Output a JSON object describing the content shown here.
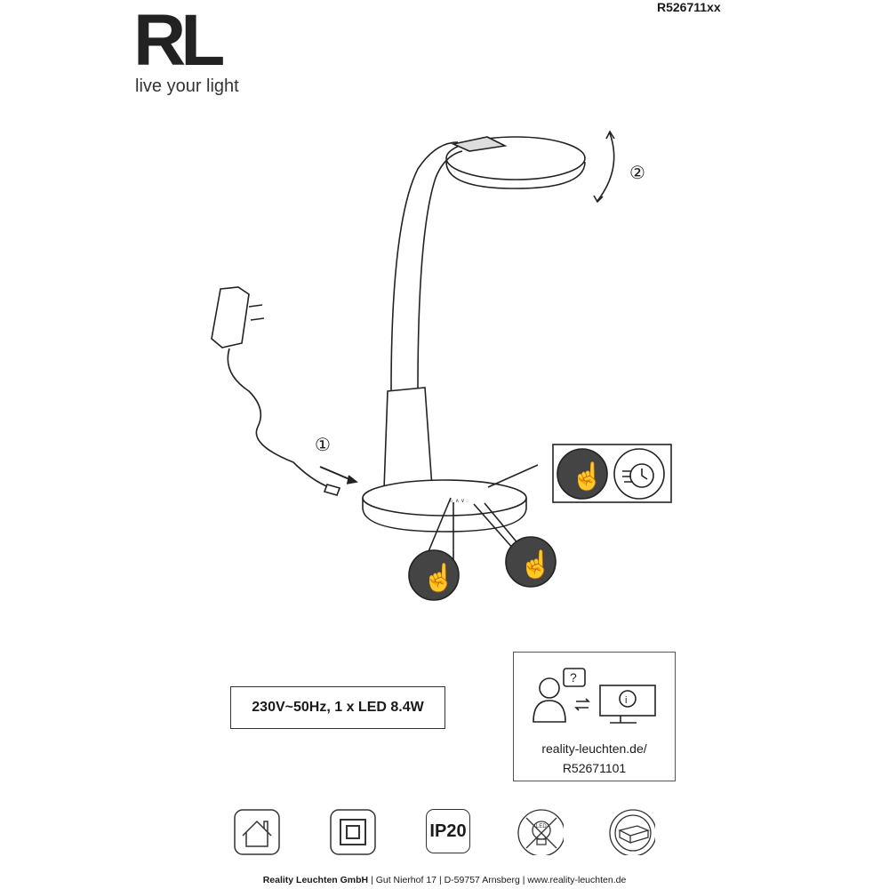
{
  "logo": {
    "mark": "RL",
    "tagline": "live your light"
  },
  "article_number": "R526711xx",
  "steps": {
    "one": "①",
    "two": "②"
  },
  "spec": "230V~50Hz, 1 x LED 8.4W",
  "info": {
    "url": "reality-leuchten.de/",
    "code": "R52671101"
  },
  "symbols": {
    "ip_rating": "IP20",
    "led_label": "LED"
  },
  "footer": {
    "company": "Reality Leuchten GmbH",
    "street": "Gut Nierhof 17",
    "city": "D-59757 Arnsberg",
    "web": "www.reality-leuchten.de",
    "sep": "|"
  }
}
